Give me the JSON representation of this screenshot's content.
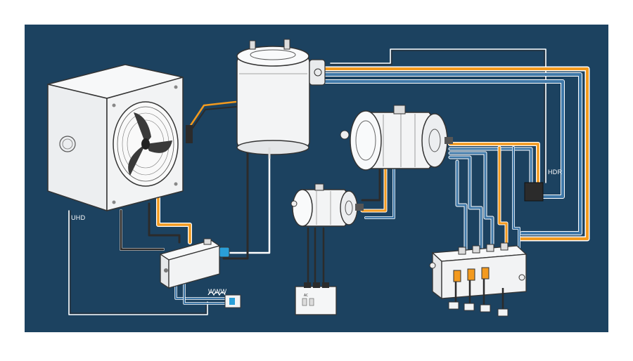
{
  "labels": {
    "left": "UHD",
    "right": "HDR",
    "coil": "WWW",
    "module": "AC"
  },
  "colors": {
    "panel_bg": "#1c4260",
    "wire_blue": "#3f78a8",
    "wire_orange": "#f39a1e",
    "wire_dark": "#2b2b2b",
    "wire_white": "#ffffff",
    "component_body": "#f2f3f4",
    "outline": "#333333"
  },
  "components": [
    {
      "name": "condenser-fan-unit",
      "icon": "fan-icon"
    },
    {
      "name": "accumulator-tank",
      "icon": "tank-icon"
    },
    {
      "name": "compressor-large",
      "icon": "compressor-icon"
    },
    {
      "name": "compressor-small",
      "icon": "motor-icon"
    },
    {
      "name": "valve-block",
      "icon": "valve-icon"
    },
    {
      "name": "control-module",
      "icon": "module-icon"
    },
    {
      "name": "terminal-block",
      "icon": "terminal-icon"
    }
  ]
}
